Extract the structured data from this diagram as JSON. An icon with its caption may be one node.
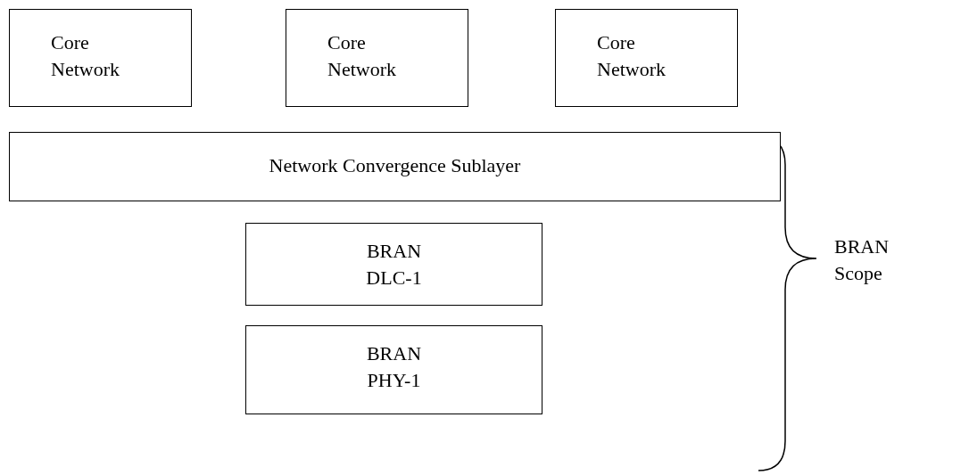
{
  "diagram": {
    "nodes": [
      {
        "text": [
          "Core Network"
        ]
      },
      {
        "text": [
          "Core Network"
        ]
      },
      {
        "text": [
          "Core Network"
        ]
      },
      {
        "text": [
          "Network Convergence Sublayer"
        ]
      },
      {
        "text": [
          "BRAN DLC-1"
        ]
      },
      {
        "text": [
          "BRAN PHY-1"
        ]
      }
    ],
    "edges": [],
    "labels": [
      "BRAN Scope"
    ]
  }
}
